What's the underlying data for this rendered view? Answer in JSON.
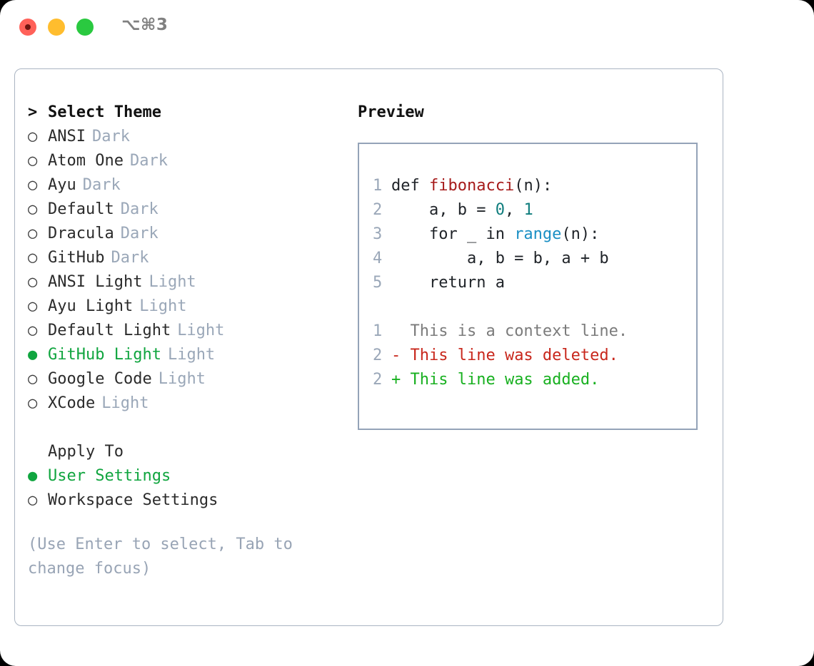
{
  "titlebar": {
    "shortcut": "⌥⌘3",
    "buttons": [
      {
        "name": "close",
        "color": "#ff6159"
      },
      {
        "name": "minimize",
        "color": "#ffbd2e"
      },
      {
        "name": "maximize",
        "color": "#2ac940"
      }
    ]
  },
  "theme_picker": {
    "prompt": ">",
    "heading": "Select Theme",
    "bullet_unselected": "○",
    "bullet_selected": "●",
    "items": [
      {
        "label": "ANSI",
        "tag": "Dark",
        "selected": false
      },
      {
        "label": "Atom One",
        "tag": "Dark",
        "selected": false
      },
      {
        "label": "Ayu",
        "tag": "Dark",
        "selected": false
      },
      {
        "label": "Default",
        "tag": "Dark",
        "selected": false
      },
      {
        "label": "Dracula",
        "tag": "Dark",
        "selected": false
      },
      {
        "label": "GitHub",
        "tag": "Dark",
        "selected": false
      },
      {
        "label": "ANSI Light",
        "tag": "Light",
        "selected": false
      },
      {
        "label": "Ayu Light",
        "tag": "Light",
        "selected": false
      },
      {
        "label": "Default Light",
        "tag": "Light",
        "selected": false
      },
      {
        "label": "GitHub Light",
        "tag": "Light",
        "selected": true
      },
      {
        "label": "Google Code",
        "tag": "Light",
        "selected": false
      },
      {
        "label": "XCode",
        "tag": "Light",
        "selected": false
      }
    ]
  },
  "apply_to": {
    "heading": "Apply To",
    "items": [
      {
        "label": "User Settings",
        "selected": true
      },
      {
        "label": "Workspace Settings",
        "selected": false
      }
    ]
  },
  "hint": "(Use Enter to select, Tab to change focus)",
  "preview": {
    "title": "Preview",
    "code_lines": [
      {
        "number": "1",
        "tokens": [
          {
            "text": "def ",
            "type": "plain"
          },
          {
            "text": "fibonacci",
            "type": "func"
          },
          {
            "text": "(n):",
            "type": "plain"
          }
        ]
      },
      {
        "number": "2",
        "tokens": [
          {
            "text": "    a, b = ",
            "type": "plain"
          },
          {
            "text": "0",
            "type": "num"
          },
          {
            "text": ", ",
            "type": "plain"
          },
          {
            "text": "1",
            "type": "num"
          }
        ]
      },
      {
        "number": "3",
        "tokens": [
          {
            "text": "    for _ in ",
            "type": "plain"
          },
          {
            "text": "range",
            "type": "call"
          },
          {
            "text": "(n):",
            "type": "plain"
          }
        ]
      },
      {
        "number": "4",
        "tokens": [
          {
            "text": "        a, b = b, a + b",
            "type": "plain"
          }
        ]
      },
      {
        "number": "5",
        "tokens": [
          {
            "text": "    return a",
            "type": "plain"
          }
        ]
      }
    ],
    "diff_lines": [
      {
        "number": "1",
        "sign": " ",
        "text": "This is a context line.",
        "kind": "ctx"
      },
      {
        "number": "2",
        "sign": "-",
        "text": "This line was deleted.",
        "kind": "del"
      },
      {
        "number": "2",
        "sign": "+",
        "text": "This line was added.",
        "kind": "add"
      }
    ]
  },
  "colors": {
    "selected_green": "#10a53f",
    "tag_grey": "#9aa7b8",
    "hint_grey": "#98a4b5",
    "border": "#aab4c2",
    "preview_border": "#94a3b8",
    "diff_add": "#18b020",
    "diff_del": "#c8271c",
    "syntax_func": "#a61b1b",
    "syntax_num": "#0f7d7d",
    "syntax_call": "#1a8fc4"
  }
}
